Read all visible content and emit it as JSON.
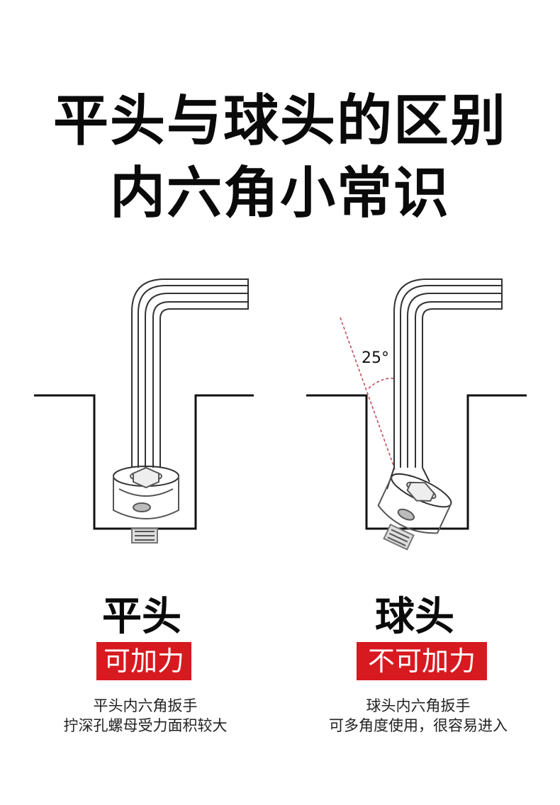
{
  "title": {
    "line1": "平头与球头的区别",
    "line2": "内六角小常识"
  },
  "diagram": {
    "angle_label": "25°"
  },
  "flat": {
    "name": "平头",
    "badge": "可加力",
    "desc_line1": "平头内六角扳手",
    "desc_line2": "拧深孔螺母受力面积较大"
  },
  "ball": {
    "name": "球头",
    "badge": "不可加力",
    "desc_line1": "球头内六角扳手",
    "desc_line2": "可多角度使用，很容易进入"
  },
  "colors": {
    "accent": "#d71a20",
    "text": "#111111"
  }
}
